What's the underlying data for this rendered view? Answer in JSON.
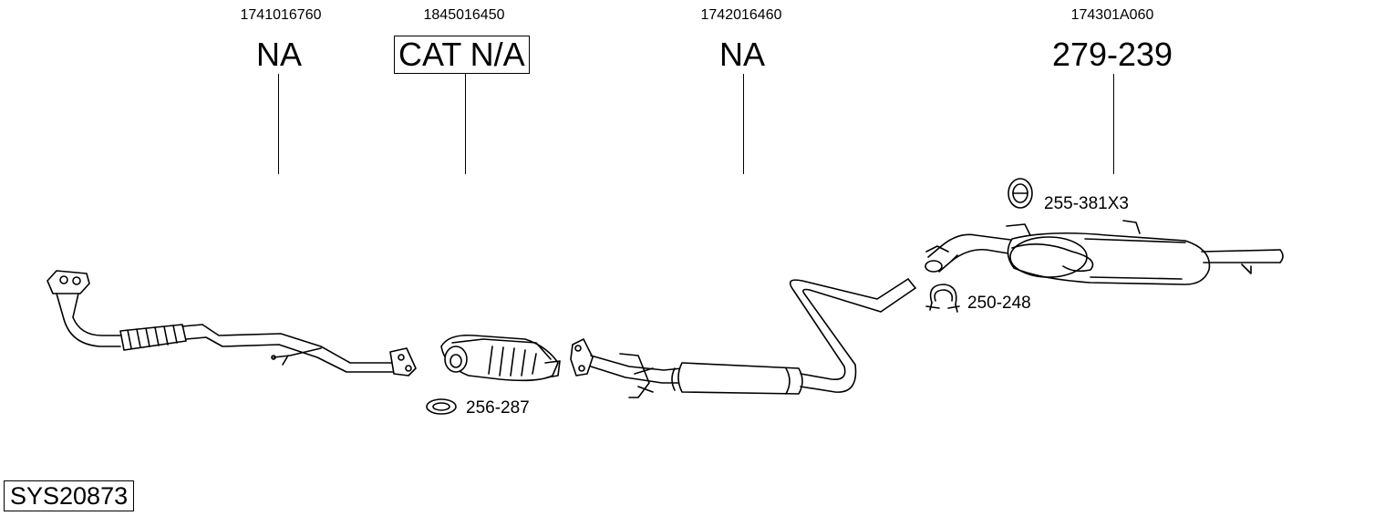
{
  "parts": [
    {
      "oem": "1741016760",
      "number": "NA"
    },
    {
      "oem": "1845016450",
      "number": "CAT N/A"
    },
    {
      "oem": "1742016460",
      "number": "NA"
    },
    {
      "oem": "174301A060",
      "number": "279-239"
    }
  ],
  "accessories": [
    {
      "number": "255-381X3",
      "icon": "rubber-hanger-icon"
    },
    {
      "number": "250-248",
      "icon": "clamp-icon"
    },
    {
      "number": "256-287",
      "icon": "gasket-ring-icon"
    }
  ],
  "system_id": "SYS20873"
}
